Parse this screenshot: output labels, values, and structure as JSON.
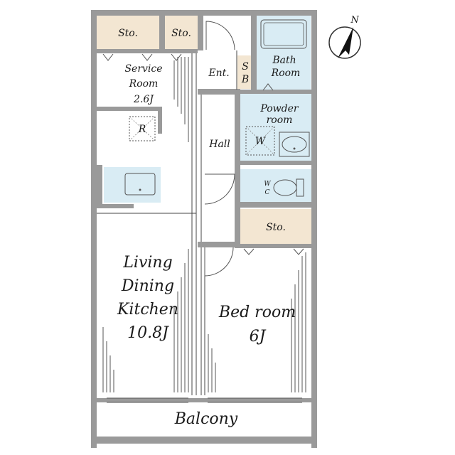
{
  "labels": {
    "storage_1": "Sto.",
    "storage_2": "Sto.",
    "storage_3": "Sto.",
    "service_room": "Service",
    "service_room_2": "Room",
    "service_room_size": "2.6J",
    "entrance": "Ent.",
    "shoe_box_1": "S",
    "shoe_box_2": "B",
    "bath_1": "Bath",
    "bath_2": "Room",
    "powder_1": "Powder",
    "powder_2": "room",
    "washer": "W",
    "refrigerator": "R",
    "hall": "Hall",
    "wc_1": "W",
    "wc_2": "C",
    "ldk_1": "Living",
    "ldk_2": "Dining",
    "ldk_3": "Kitchen",
    "ldk_size": "10.8J",
    "bedroom": "Bed room",
    "bedroom_size": "6J",
    "balcony": "Balcony",
    "north": "N"
  },
  "colors": {
    "storage": "#f3e6d2",
    "wet_area": "#d9ecf4",
    "wall": "#9a9a9a",
    "line": "#444444"
  }
}
